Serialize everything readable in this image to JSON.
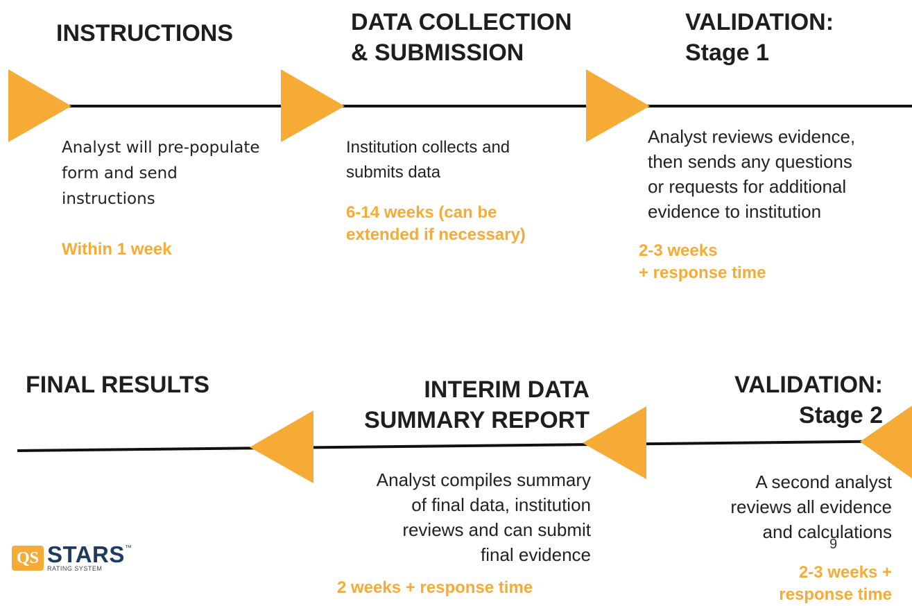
{
  "colors": {
    "accent": "#f5ab35",
    "line": "#111111"
  },
  "top_row": [
    {
      "title_lines": [
        "INSTRUCTIONS"
      ],
      "description_lines": [
        "Analyst will pre-populate",
        "form and send",
        "instructions"
      ],
      "duration_lines": [
        "Within 1 week"
      ]
    },
    {
      "title_lines": [
        "DATA COLLECTION",
        "& SUBMISSION"
      ],
      "description_lines": [
        "Institution collects and",
        "submits data"
      ],
      "duration_lines": [
        "6-14 weeks (can be",
        "extended if necessary)"
      ]
    },
    {
      "title_lines": [
        "VALIDATION:",
        "Stage 1"
      ],
      "description_lines": [
        "Analyst reviews evidence,",
        "then sends any questions",
        "or requests for additional",
        "evidence to institution"
      ],
      "duration_lines": [
        "2-3 weeks",
        "+ response time"
      ]
    }
  ],
  "bottom_row": [
    {
      "title_lines": [
        "FINAL RESULTS"
      ],
      "description_lines": [],
      "duration_lines": []
    },
    {
      "title_lines": [
        "INTERIM DATA",
        "SUMMARY REPORT"
      ],
      "description_lines": [
        "Analyst compiles summary",
        "of final data, institution",
        "reviews and can submit",
        "final evidence"
      ],
      "duration_lines": [
        "2 weeks + response time"
      ]
    },
    {
      "title_lines": [
        "VALIDATION:",
        "Stage 2"
      ],
      "description_lines": [
        "A second analyst",
        "reviews all evidence",
        "and calculations"
      ],
      "duration_lines": [
        "2-3 weeks +",
        "response time"
      ]
    }
  ],
  "page_number": "9",
  "logo": {
    "mark": "QS",
    "word": "STARS",
    "trademark": "™",
    "subtitle": "RATING SYSTEM"
  }
}
